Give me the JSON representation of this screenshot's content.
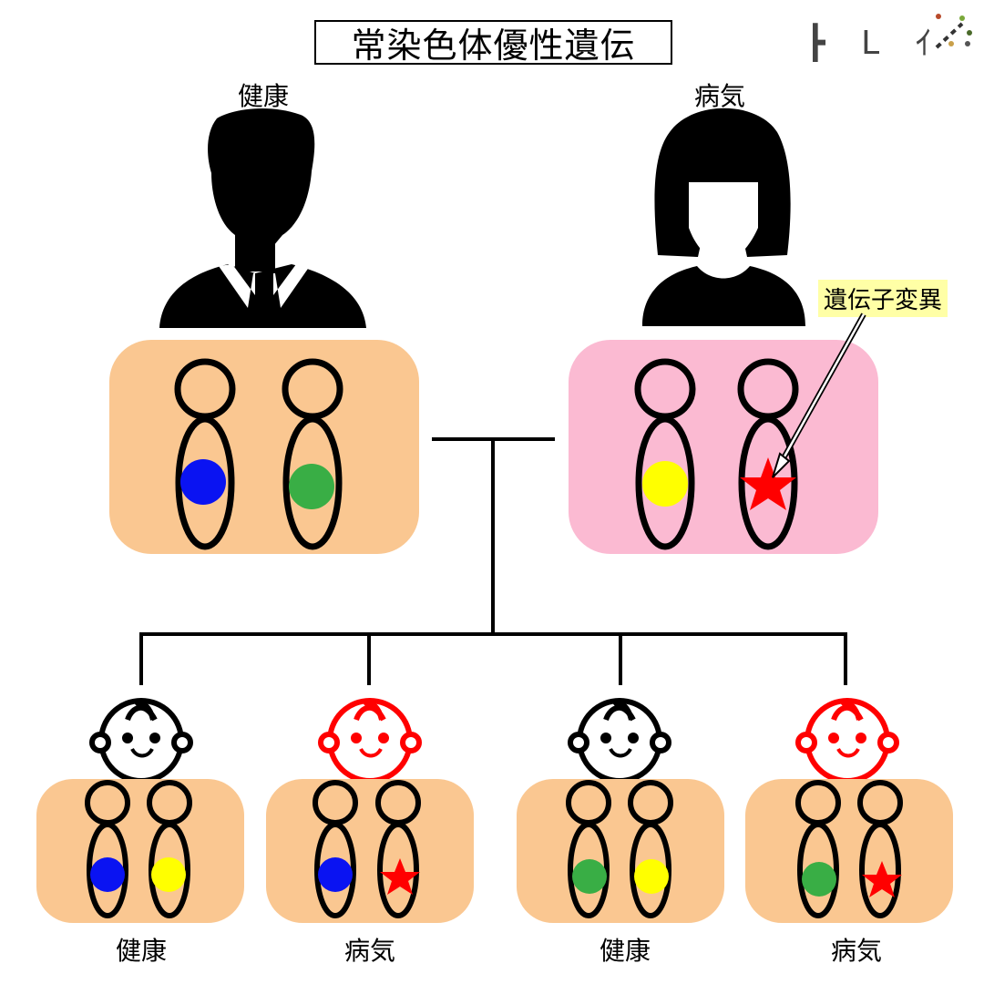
{
  "title": "常染色体優性遺伝",
  "logo": {
    "text": "トレイン"
  },
  "parents": [
    {
      "role": "father",
      "status": "健康",
      "alleles": [
        "blue",
        "green"
      ]
    },
    {
      "role": "mother",
      "status": "病気",
      "alleles": [
        "yellow",
        "mutant"
      ]
    }
  ],
  "callout": "遺伝子変異",
  "children": [
    {
      "status": "健康",
      "alleles": [
        "blue",
        "yellow"
      ]
    },
    {
      "status": "病気",
      "alleles": [
        "blue",
        "mutant"
      ]
    },
    {
      "status": "健康",
      "alleles": [
        "green",
        "yellow"
      ]
    },
    {
      "status": "病気",
      "alleles": [
        "green",
        "mutant"
      ]
    }
  ],
  "colors": {
    "healthy_box": "#fac791",
    "affected_box": "#fbbad2",
    "blue": "#0a13f2",
    "green": "#39ae45",
    "yellow": "#ffff00",
    "mutant": "#ff0000",
    "affected_child": "#ff0000",
    "healthy_child": "#000000"
  }
}
